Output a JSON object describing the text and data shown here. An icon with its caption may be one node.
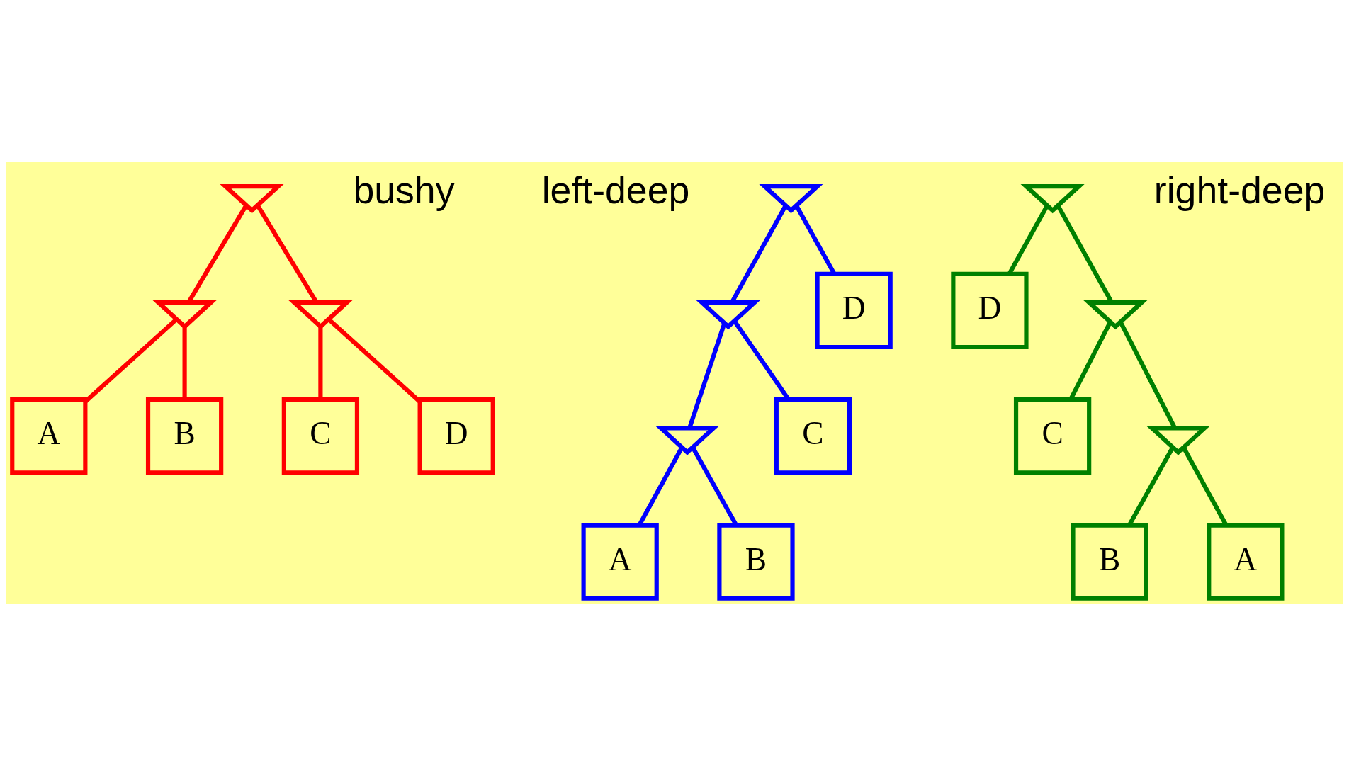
{
  "diagram": {
    "nodes": [
      {
        "text": [],
        "shape": "bowtie"
      },
      {
        "text": [],
        "shape": "bowtie"
      },
      {
        "text": [],
        "shape": "bowtie"
      },
      {
        "text": [
          "A"
        ]
      },
      {
        "text": [
          "B"
        ]
      },
      {
        "text": [
          "C"
        ]
      },
      {
        "text": [
          "D"
        ]
      },
      {
        "text": [],
        "shape": "bowtie"
      },
      {
        "text": [],
        "shape": "bowtie"
      },
      {
        "text": [
          "D"
        ]
      },
      {
        "text": [],
        "shape": "bowtie"
      },
      {
        "text": [
          "C"
        ]
      },
      {
        "text": [
          "A"
        ]
      },
      {
        "text": [
          "B"
        ]
      },
      {
        "text": [],
        "shape": "bowtie"
      },
      {
        "text": [
          "D"
        ]
      },
      {
        "text": [],
        "shape": "bowtie"
      },
      {
        "text": [
          "C"
        ]
      },
      {
        "text": [],
        "shape": "bowtie"
      },
      {
        "text": [
          "B"
        ]
      },
      {
        "text": [
          "A"
        ]
      }
    ],
    "edges": [
      {
        "from": 0,
        "to": 1,
        "arrow": "none",
        "color": "#ff0000"
      },
      {
        "from": 0,
        "to": 2,
        "arrow": "none",
        "color": "#ff0000"
      },
      {
        "from": 1,
        "to": 3,
        "arrow": "none",
        "color": "#ff0000"
      },
      {
        "from": 1,
        "to": 4,
        "arrow": "none",
        "color": "#ff0000"
      },
      {
        "from": 2,
        "to": 5,
        "arrow": "none",
        "color": "#ff0000"
      },
      {
        "from": 2,
        "to": 6,
        "arrow": "none",
        "color": "#ff0000"
      },
      {
        "from": 7,
        "to": 8,
        "arrow": "none",
        "color": "#0000ff"
      },
      {
        "from": 7,
        "to": 9,
        "arrow": "none",
        "color": "#0000ff"
      },
      {
        "from": 8,
        "to": 10,
        "arrow": "none",
        "color": "#0000ff"
      },
      {
        "from": 8,
        "to": 11,
        "arrow": "none",
        "color": "#0000ff"
      },
      {
        "from": 10,
        "to": 12,
        "arrow": "none",
        "color": "#0000ff"
      },
      {
        "from": 10,
        "to": 13,
        "arrow": "none",
        "color": "#0000ff"
      },
      {
        "from": 14,
        "to": 15,
        "arrow": "none",
        "color": "#008000"
      },
      {
        "from": 14,
        "to": 16,
        "arrow": "none",
        "color": "#008000"
      },
      {
        "from": 16,
        "to": 17,
        "arrow": "none",
        "color": "#008000"
      },
      {
        "from": 16,
        "to": 18,
        "arrow": "none",
        "color": "#008000"
      },
      {
        "from": 18,
        "to": 19,
        "arrow": "none",
        "color": "#008000"
      },
      {
        "from": 18,
        "to": 20,
        "arrow": "none",
        "color": "#008000"
      }
    ],
    "labels": [
      "bushy",
      "left-deep",
      "right-deep"
    ]
  }
}
